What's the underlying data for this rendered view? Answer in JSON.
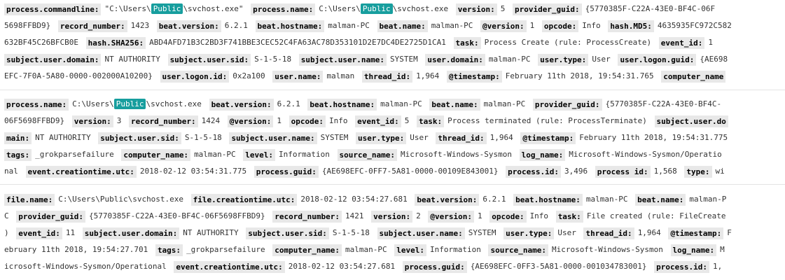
{
  "documents": [
    {
      "lines": [
        [
          {
            "k": "process.commandline:",
            "v": "\"C:\\Users\\",
            "hl": "Public",
            "post": "\\svchost.exe\""
          },
          {
            "k": "process.name:",
            "v": "C:\\Users\\",
            "hl": "Public",
            "post": "\\svchost.exe"
          },
          {
            "k": "version:",
            "v": "5"
          },
          {
            "k": "provider_guid:",
            "v": "{5770385F-C22A-43E0-BF4C-06F"
          }
        ],
        [
          {
            "v": "5698FFBD9}"
          },
          {
            "k": "record_number:",
            "v": "1423"
          },
          {
            "k": "beat.version:",
            "v": "6.2.1"
          },
          {
            "k": "beat.hostname:",
            "v": "malman-PC"
          },
          {
            "k": "beat.name:",
            "v": "malman-PC"
          },
          {
            "k": "@version:",
            "v": "1"
          },
          {
            "k": "opcode:",
            "v": "Info"
          },
          {
            "k": "hash.MD5:",
            "v": "4635935FC972C582"
          }
        ],
        [
          {
            "v": "632BF45C26BFCB0E"
          },
          {
            "k": "hash.SHA256:",
            "v": "ABD4AFD71B3C2BD3F741BBE3CEC52C4FA63AC78D353101D2E7DC4DE2725D1CA1"
          },
          {
            "k": "task:",
            "v": "Process Create (rule: ProcessCreate)"
          },
          {
            "k": "event_id:",
            "v": "1"
          }
        ],
        [
          {
            "k": "subject.user.domain:",
            "v": "NT AUTHORITY"
          },
          {
            "k": "subject.user.sid:",
            "v": "S-1-5-18"
          },
          {
            "k": "subject.user.name:",
            "v": "SYSTEM"
          },
          {
            "k": "user.domain:",
            "v": "malman-PC"
          },
          {
            "k": "user.type:",
            "v": "User"
          },
          {
            "k": "user.logon.guid:",
            "v": "{AE698"
          }
        ],
        [
          {
            "v": "EFC-7F0A-5A80-0000-002000A10200}"
          },
          {
            "k": "user.logon.id:",
            "v": "0x2a100"
          },
          {
            "k": "user.name:",
            "v": "malman"
          },
          {
            "k": "thread_id:",
            "v": "1,964"
          },
          {
            "k": "@timestamp:",
            "v": "February 11th 2018, 19:54:31.765"
          },
          {
            "k": "computer_name",
            "v": ""
          }
        ]
      ]
    },
    {
      "lines": [
        [
          {
            "k": "process.name:",
            "v": "C:\\Users\\",
            "hl": "Public",
            "post": "\\svchost.exe"
          },
          {
            "k": "beat.version:",
            "v": "6.2.1"
          },
          {
            "k": "beat.hostname:",
            "v": "malman-PC"
          },
          {
            "k": "beat.name:",
            "v": "malman-PC"
          },
          {
            "k": "provider_guid:",
            "v": "{5770385F-C22A-43E0-BF4C-"
          }
        ],
        [
          {
            "v": "06F5698FFBD9}"
          },
          {
            "k": "version:",
            "v": "3"
          },
          {
            "k": "record_number:",
            "v": "1424"
          },
          {
            "k": "@version:",
            "v": "1"
          },
          {
            "k": "opcode:",
            "v": "Info"
          },
          {
            "k": "event_id:",
            "v": "5"
          },
          {
            "k": "task:",
            "v": "Process terminated (rule: ProcessTerminate)"
          },
          {
            "k": "subject.user.do",
            "v": ""
          }
        ],
        [
          {
            "k": "main:",
            "v": "NT AUTHORITY"
          },
          {
            "k": "subject.user.sid:",
            "v": "S-1-5-18"
          },
          {
            "k": "subject.user.name:",
            "v": "SYSTEM"
          },
          {
            "k": "user.type:",
            "v": "User"
          },
          {
            "k": "thread_id:",
            "v": "1,964"
          },
          {
            "k": "@timestamp:",
            "v": "February 11th 2018, 19:54:31.775"
          }
        ],
        [
          {
            "k": "tags:",
            "v": "_grokparsefailure"
          },
          {
            "k": "computer_name:",
            "v": "malman-PC"
          },
          {
            "k": "level:",
            "v": "Information"
          },
          {
            "k": "source_name:",
            "v": "Microsoft-Windows-Sysmon"
          },
          {
            "k": "log_name:",
            "v": "Microsoft-Windows-Sysmon/Operatio"
          }
        ],
        [
          {
            "v": "nal"
          },
          {
            "k": "event.creationtime.utc:",
            "v": "2018-02-12 03:54:31.775"
          },
          {
            "k": "process.guid:",
            "v": "{AE698EFC-0FF7-5A81-0000-00109E843001}"
          },
          {
            "k": "process.id:",
            "v": "3,496"
          },
          {
            "k": "process id:",
            "v": "1,568"
          },
          {
            "k": "type:",
            "v": "wi"
          }
        ]
      ]
    },
    {
      "lines": [
        [
          {
            "k": "file.name:",
            "v": "C:\\Users\\Public\\svchost.exe"
          },
          {
            "k": "file.creationtime.utc:",
            "v": "2018-02-12 03:54:27.681"
          },
          {
            "k": "beat.version:",
            "v": "6.2.1"
          },
          {
            "k": "beat.hostname:",
            "v": "malman-PC"
          },
          {
            "k": "beat.name:",
            "v": "malman-P"
          }
        ],
        [
          {
            "v": "C"
          },
          {
            "k": "provider_guid:",
            "v": "{5770385F-C22A-43E0-BF4C-06F5698FFBD9}"
          },
          {
            "k": "record_number:",
            "v": "1421"
          },
          {
            "k": "version:",
            "v": "2"
          },
          {
            "k": "@version:",
            "v": "1"
          },
          {
            "k": "opcode:",
            "v": "Info"
          },
          {
            "k": "task:",
            "v": "File created (rule: FileCreate"
          }
        ],
        [
          {
            "v": ")"
          },
          {
            "k": "event_id:",
            "v": "11"
          },
          {
            "k": "subject.user.domain:",
            "v": "NT AUTHORITY"
          },
          {
            "k": "subject.user.sid:",
            "v": "S-1-5-18"
          },
          {
            "k": "subject.user.name:",
            "v": "SYSTEM"
          },
          {
            "k": "user.type:",
            "v": "User"
          },
          {
            "k": "thread_id:",
            "v": "1,964"
          },
          {
            "k": "@timestamp:",
            "v": "F"
          }
        ],
        [
          {
            "v": "ebruary 11th 2018, 19:54:27.701"
          },
          {
            "k": "tags:",
            "v": "_grokparsefailure"
          },
          {
            "k": "computer_name:",
            "v": "malman-PC"
          },
          {
            "k": "level:",
            "v": "Information"
          },
          {
            "k": "source_name:",
            "v": "Microsoft-Windows-Sysmon"
          },
          {
            "k": "log_name:",
            "v": "M"
          }
        ],
        [
          {
            "v": "icrosoft-Windows-Sysmon/Operational"
          },
          {
            "k": "event.creationtime.utc:",
            "v": "2018-02-12 03:54:27.681"
          },
          {
            "k": "process.guid:",
            "v": "{AE698EFC-0FF3-5A81-0000-001034783001}"
          },
          {
            "k": "process.id:",
            "v": "1,"
          }
        ]
      ]
    }
  ]
}
